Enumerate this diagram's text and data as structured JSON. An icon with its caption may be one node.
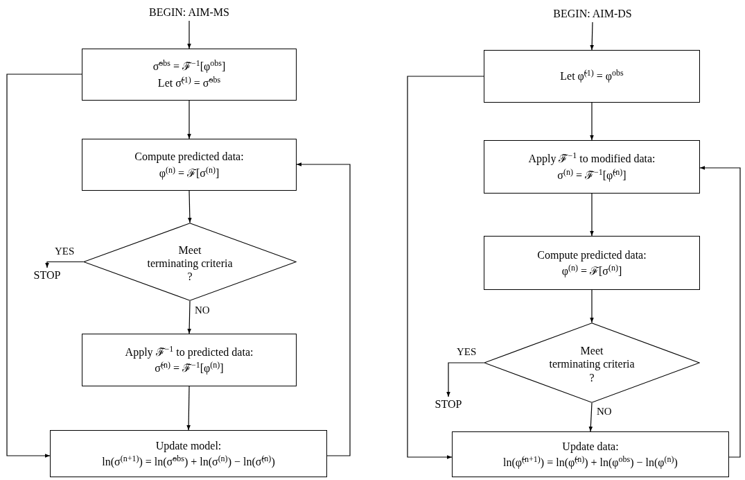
{
  "diagram": {
    "nodes": [
      {
        "text": [
          "BEGIN: AIM-MS"
        ]
      },
      {
        "text": [
          "σ̃$^{obs}$ = ℱ̃$^{−1}$[φ$^{obs}$]",
          "Let   σ̃$^{(1)}$ = σ̃$^{obs}$"
        ]
      },
      {
        "text": [
          "Compute predicted data:",
          "φ$^{(n)}$ = ℱ[σ$^{(n)}$]"
        ]
      },
      {
        "text": [
          "Meet",
          "terminating criteria",
          "?"
        ]
      },
      {
        "text": [
          "STOP"
        ]
      },
      {
        "text": [
          "Apply ℱ̃$^{−1}$ to predicted data:",
          "σ̃$^{(n)}$ = ℱ̃$^{−1}$[φ$^{(n)}$]"
        ]
      },
      {
        "text": [
          "Update model:",
          "ln(σ$^{(n+1)}$) = ln(σ̃$^{obs}$) + ln(σ$^{(n)}$) − ln(σ̃$^{(n)}$)"
        ]
      },
      {
        "text": [
          "BEGIN: AIM-DS"
        ]
      },
      {
        "text": [
          "Let   φ̃$^{(1)}$ = φ$^{obs}$"
        ]
      },
      {
        "text": [
          "Apply ℱ̃$^{−1}$ to modified data:",
          "σ$^{(n)}$ = ℱ̃$^{−1}$[φ̃$^{(n)}$]"
        ]
      },
      {
        "text": [
          "Compute predicted data:",
          "φ$^{(n)}$ = ℱ[σ$^{(n)}$]"
        ]
      },
      {
        "text": [
          "Meet",
          "terminating criteria",
          "?"
        ]
      },
      {
        "text": [
          "STOP"
        ]
      },
      {
        "text": [
          "Update data:",
          "ln(φ̃$^{(n+1)}$) = ln(φ̃$^{(n)}$) + ln(φ$^{obs}$) − ln(φ$^{(n)}$)"
        ]
      }
    ],
    "edges": [
      {
        "from": 0,
        "to": 1,
        "arrow": "to"
      },
      {
        "from": 1,
        "to": 2,
        "arrow": "to"
      },
      {
        "from": 2,
        "to": 3,
        "arrow": "to"
      },
      {
        "from": 3,
        "to": 4,
        "arrow": "to",
        "label": "YES"
      },
      {
        "from": 3,
        "to": 5,
        "arrow": "to",
        "label": "NO"
      },
      {
        "from": 5,
        "to": 6,
        "arrow": "to"
      },
      {
        "from": 1,
        "to": 6,
        "arrow": "to"
      },
      {
        "from": 6,
        "to": 2,
        "arrow": "to"
      },
      {
        "from": 7,
        "to": 8,
        "arrow": "to"
      },
      {
        "from": 8,
        "to": 9,
        "arrow": "to"
      },
      {
        "from": 9,
        "to": 10,
        "arrow": "to"
      },
      {
        "from": 10,
        "to": 11,
        "arrow": "to"
      },
      {
        "from": 11,
        "to": 12,
        "arrow": "to",
        "label": "YES"
      },
      {
        "from": 11,
        "to": 13,
        "arrow": "to",
        "label": "NO"
      },
      {
        "from": 8,
        "to": 13,
        "arrow": "to"
      },
      {
        "from": 13,
        "to": 9,
        "arrow": "to"
      }
    ]
  }
}
